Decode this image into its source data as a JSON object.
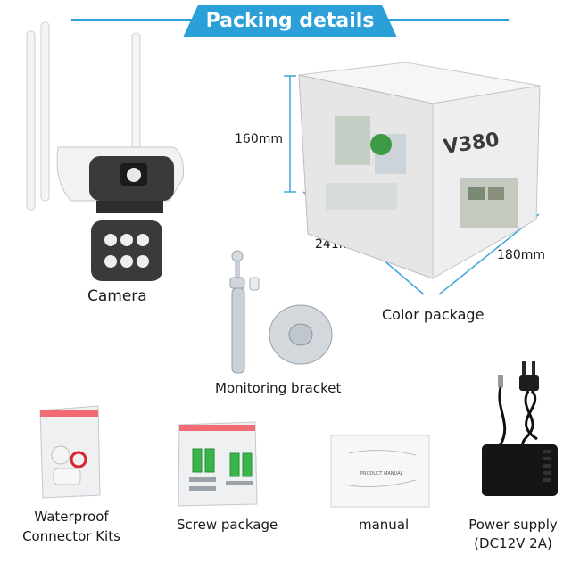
{
  "header": {
    "title": "Packing details"
  },
  "items": {
    "camera": "Camera",
    "color_package": "Color package",
    "bracket": "Monitoring bracket",
    "connector_kits_line1": "Waterproof",
    "connector_kits_line2": "Connector Kits",
    "screw_package": "Screw package",
    "manual": "manual",
    "power_supply_line1": "Power supply",
    "power_supply_line2": "(DC12V 2A)"
  },
  "box": {
    "height": "160mm",
    "length": "241mm",
    "width": "180mm",
    "brand": "V380",
    "manual_cover": "PRODUCT MANUAL"
  },
  "colors": {
    "accent": "#2a9fd8"
  }
}
